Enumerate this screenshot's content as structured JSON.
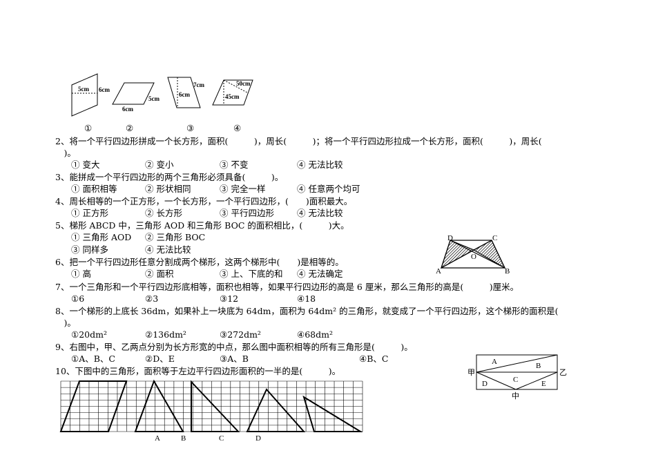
{
  "q1_figures": {
    "labels": [
      "①",
      "②",
      "③",
      "④"
    ],
    "fig1": [
      "5cm",
      "6cm"
    ],
    "fig2": [
      "5cm",
      "6cm"
    ],
    "fig3": [
      "7cm",
      "6cm"
    ],
    "fig4": [
      "50cm",
      "45cm"
    ]
  },
  "questions": [
    {
      "lines": [
        "2、将一个平行四边形拼成一个长方形，面积(　　　)，周长(　　　)；将一个平行四边形拉成一个长方形，面积(　　　)，周长(",
        "　)。"
      ],
      "options": [
        "① 变大",
        "② 变小",
        "③ 不变",
        "④ 无法比较"
      ]
    },
    {
      "lines": [
        "3、能拼成一个平行四边形的两个三角形必须具备(　　　)。"
      ],
      "options": [
        "① 面积相等",
        "② 形状相同",
        "③ 完全一样",
        "④ 任意两个均可"
      ]
    },
    {
      "lines": [
        "4、周长相等的一个正方形，一个长方形，一个平行四边形，(　　)面积最大。"
      ],
      "options": [
        "① 正方形",
        "② 长方形",
        "③ 平行四边形",
        "④ 无法比较"
      ]
    },
    {
      "lines": [
        "5、梯形 ABCD 中，三角形 AOD 和三角形 BOC 的面积相比，(　　　)大。"
      ],
      "options": [
        "① 三角形 AOD",
        "② 三角形 BOC",
        "③ 同样多",
        "④ 无法比较"
      ]
    },
    {
      "lines": [
        "6、把一个平行四边形任意分割成两个梯形，这两个梯形中(　　)是相等的。"
      ],
      "options": [
        "① 高",
        "② 面积",
        "③ 上、下底的和",
        "④ 无法确定"
      ]
    },
    {
      "lines": [
        "7、一个三角形和一个平行四边形底相等，面积也相等，如果平行四边形的高是 6 厘米，那么三角形的高是(　　　)厘米。"
      ],
      "options": [
        "①6",
        "②3",
        "③12",
        "④18"
      ]
    },
    {
      "lines": [
        "8、一个梯形的上底长 36dm，如果补上一块底为 64dm，面积为 64dm² 的三角形，就变成了一个平行四边形，这个梯形的面积是(",
        "　)。"
      ],
      "options": [
        "①20dm²",
        "②136dm²",
        "③272dm²",
        "④68dm²"
      ]
    },
    {
      "lines": [
        "9、右图中，甲、乙两点分别为长方形宽的中点，那么图中面积相等的所有三角形是(　　　)。"
      ],
      "options": [
        "①A、B、C",
        "②D、E",
        "③A、B",
        "④B、C"
      ]
    },
    {
      "lines": [
        "10、下图中的三角形，面积等于左边平行四边形面积的一半的是(　　　)。"
      ],
      "options": []
    }
  ],
  "trapezoid_labels": {
    "A": "A",
    "B": "B",
    "C": "C",
    "D": "D",
    "O": "O"
  },
  "rect_labels": {
    "A": "A",
    "B": "B",
    "C": "C",
    "D": "D",
    "E": "E",
    "jia": "甲",
    "yi": "乙",
    "zhong": "中"
  },
  "grid_labels": [
    "A",
    "B",
    "C",
    "D"
  ]
}
